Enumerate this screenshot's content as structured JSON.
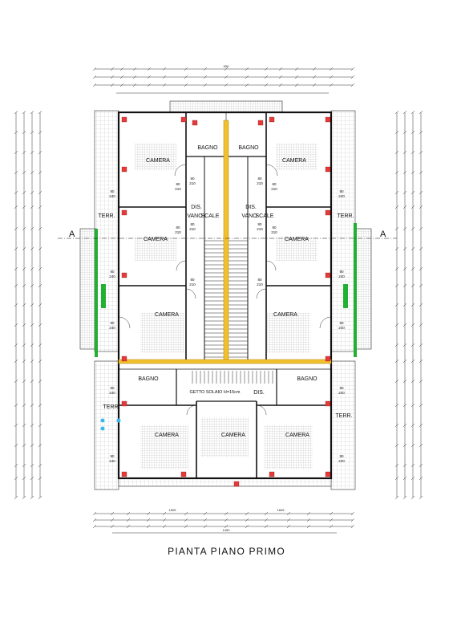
{
  "title": "PIANTA PIANO PRIMO",
  "section_marker": "A",
  "labels": {
    "camera": "CAMERA",
    "bagno": "BAGNO",
    "dis": "DIS.",
    "vano": "VANO",
    "scale": "SCALE",
    "terr": "TERR.",
    "getto": "GETTO SOLAIO H=15cm"
  },
  "door_dims": {
    "d80": "80",
    "d210": "210",
    "d90": "90",
    "d240": "240"
  },
  "overall_dims": {
    "top": "590",
    "bottom_a": "1605",
    "bottom_b": "1605",
    "bottom_total": "1450"
  },
  "colors": {
    "wall": "#111111",
    "stair_accent": "#f2c02c",
    "glazing": "#22b033",
    "column": "#e53a3a",
    "hatch": "#9a9a9a",
    "door_light": "#35b8e8"
  }
}
